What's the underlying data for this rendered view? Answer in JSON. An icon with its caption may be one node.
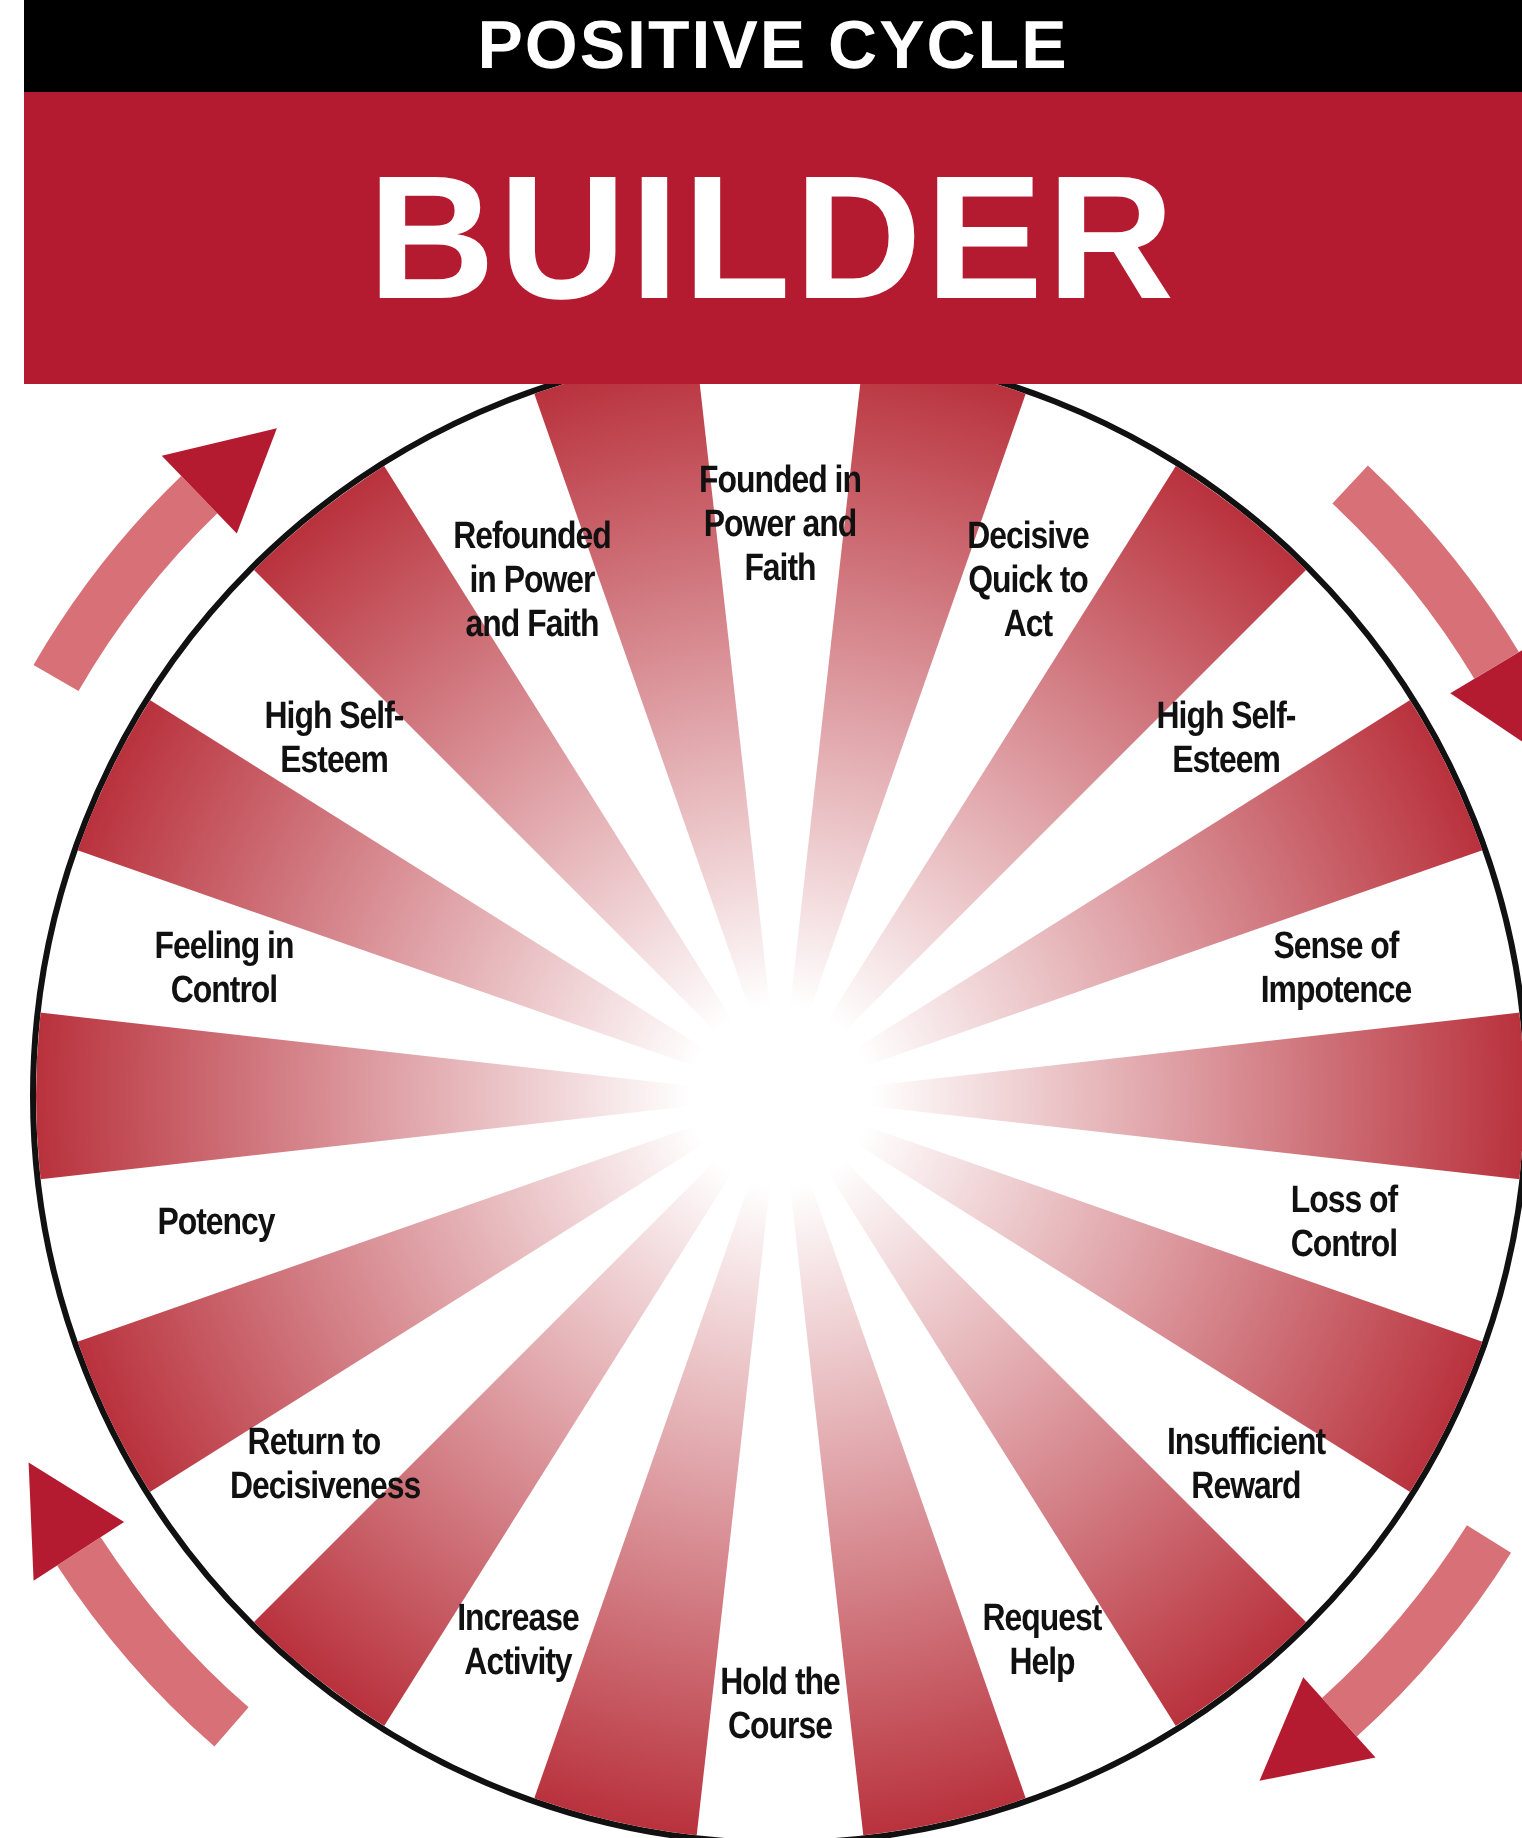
{
  "diagram": {
    "title": "POSITIVE CYCLE",
    "nodes": [
      {
        "text": [],
        "shape": "circle"
      },
      {
        "text": [
          "Founded in Power and Faith"
        ],
        "in": 0
      },
      {
        "text": [
          "Decisive Quick to Act"
        ],
        "in": 0
      },
      {
        "text": [
          "High Self-Esteem"
        ],
        "in": 0
      },
      {
        "text": [
          "Sense of Impotence"
        ],
        "in": 0
      },
      {
        "text": [
          "Loss of Control"
        ],
        "in": 0
      },
      {
        "text": [
          "Insufficient Reward"
        ],
        "in": 0
      },
      {
        "text": [
          "Request Help"
        ],
        "in": 0
      },
      {
        "text": [
          "Hold the Course"
        ],
        "in": 0
      },
      {
        "text": [
          "Increase Activity"
        ],
        "in": 0
      },
      {
        "text": [
          "Return to Decisiveness"
        ],
        "in": 0
      },
      {
        "text": [
          "Potency"
        ],
        "in": 0
      },
      {
        "text": [
          "Feeling in Control"
        ],
        "in": 0
      },
      {
        "text": [
          "High Self-Esteem"
        ],
        "in": 0
      },
      {
        "text": [
          "Refounded in Power and Faith"
        ],
        "in": 0
      }
    ],
    "labels": [
      "BUILDER"
    ]
  }
}
